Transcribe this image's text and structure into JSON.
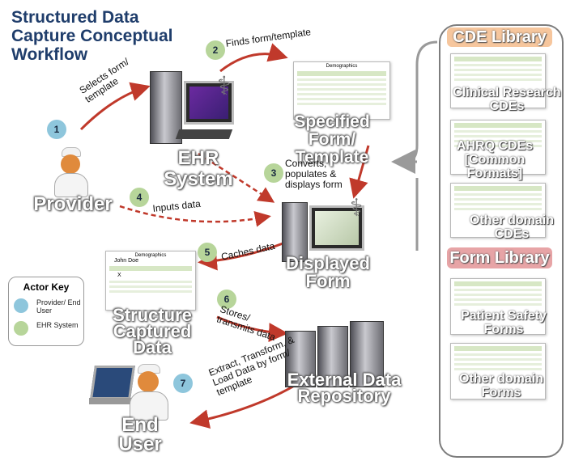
{
  "title_lines": [
    "Structured Data",
    "Capture Conceptual",
    "Workflow"
  ],
  "actors": {
    "provider": "Provider",
    "ehr": "EHR System",
    "specified_form": "Specified Form/ Template",
    "displayed_form": "Displayed Form",
    "captured_data": "Structure Captured Data",
    "repository": "External Data Repository",
    "end_user": "End User"
  },
  "steps": [
    {
      "num": "1",
      "label": ""
    },
    {
      "num": "2",
      "label": "Finds form/template"
    },
    {
      "num": "3",
      "label": "Converts, populates & displays form"
    },
    {
      "num": "4",
      "label": "Inputs data"
    },
    {
      "num": "5",
      "label": "Caches data"
    },
    {
      "num": "6",
      "label": "Stores/ transmits data"
    },
    {
      "num": "7",
      "label": "Extract, Transform, & Load Data by form/ template"
    }
  ],
  "arrow_labels": {
    "selects": "Selects form/ template"
  },
  "form_text": {
    "heading": "Demographics",
    "patient_name": "John Doe",
    "mark": "X"
  },
  "library": {
    "cde_title": "CDE Library",
    "cde_items": [
      "Clinical Research CDEs",
      "AHRQ CDEs [Common Formats]",
      "Other domain CDEs"
    ],
    "form_title": "Form Library",
    "form_items": [
      "Patient Safety Forms",
      "Other domain Forms"
    ]
  },
  "actor_key": {
    "title": "Actor Key",
    "items": [
      {
        "label": "Provider/ End User",
        "color": "#8ec6dc"
      },
      {
        "label": "EHR System",
        "color": "#b7d59a"
      }
    ]
  },
  "colors": {
    "title": "#1f3d6b",
    "arrow": "#c0392b",
    "cde_header": "#f6c69d",
    "form_header": "#e7a4a6",
    "step_blue": "#8ec6dc",
    "step_green": "#b7d59a"
  }
}
